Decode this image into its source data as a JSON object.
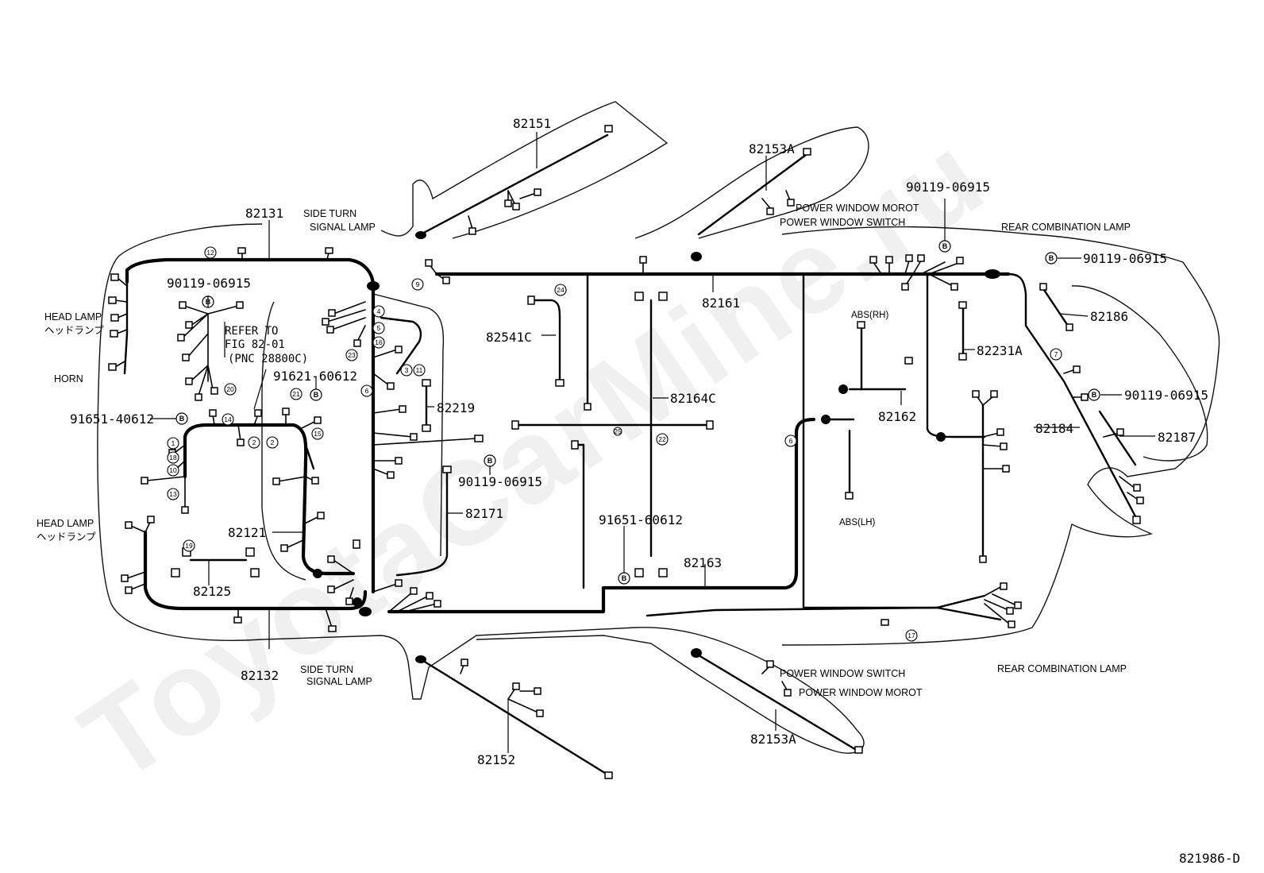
{
  "diagram": {
    "drawing_code": "821986-D",
    "watermark": "ToyotaCarMine.ru",
    "part_numbers": {
      "p82151": "82151",
      "p82153a_top": "82153A",
      "p82153a_bottom": "82153A",
      "p82131": "82131",
      "p82132": "82132",
      "p82161": "82161",
      "p82541c": "82541C",
      "p82164c": "82164C",
      "p82162": "82162",
      "p82231a": "82231A",
      "p82186": "82186",
      "p82184": "82184",
      "p82187": "82187",
      "p82219": "82219",
      "p82171": "82171",
      "p82121": "82121",
      "p82125": "82125",
      "p82163": "82163",
      "p82152": "82152",
      "bolt_90119_a": "90119-06915",
      "bolt_90119_b": "90119-06915",
      "bolt_90119_c": "90119-06915",
      "bolt_90119_d": "90119-06915",
      "bolt_90119_e": "90119-06915",
      "bolt_91621": "91621-60612",
      "bolt_91651_a": "91651-40612",
      "bolt_91651_b": "91651-60612"
    },
    "labels": {
      "side_turn_top_1": "SIDE TURN",
      "side_turn_top_2": "SIGNAL LAMP",
      "side_turn_bottom_1": "SIDE TURN",
      "side_turn_bottom_2": "SIGNAL LAMP",
      "head_lamp_top": "HEAD LAMP",
      "head_lamp_top_jp": "ヘッドランプ",
      "head_lamp_bottom": "HEAD LAMP",
      "head_lamp_bottom_jp": "ヘッドランプ",
      "horn": "HORN",
      "refer_to_1": "REFER TO",
      "refer_to_2": "FIG 82-01",
      "refer_to_3": "(PNC 28800C)",
      "pw_motor_top": "POWER WINDOW MOROT",
      "pw_switch_top": "POWER WINDOW SWITCH",
      "pw_switch_bottom": "POWER WINDOW SWITCH",
      "pw_motor_bottom": "POWER WINDOW MOROT",
      "rear_combo_top": "REAR COMBINATION LAMP",
      "rear_combo_bottom": "REAR COMBINATION LAMP",
      "abs_rh": "ABS(RH)",
      "abs_lh": "ABS(LH)"
    },
    "callouts": {
      "c1": "1",
      "c2a": "2",
      "c2b": "2",
      "c3": "3",
      "c4": "4",
      "c5": "5",
      "c6a": "6",
      "c6b": "6",
      "c7": "7",
      "c9": "9",
      "c10": "10",
      "c11": "11",
      "c12": "12",
      "c13": "13",
      "c14": "14",
      "c15": "15",
      "c16": "16",
      "c17": "17",
      "c18": "18",
      "c19": "19",
      "c20": "20",
      "c21": "21",
      "c22": "22",
      "c23": "23",
      "c24": "24",
      "c25": "25"
    },
    "bolt_mark": "B"
  }
}
